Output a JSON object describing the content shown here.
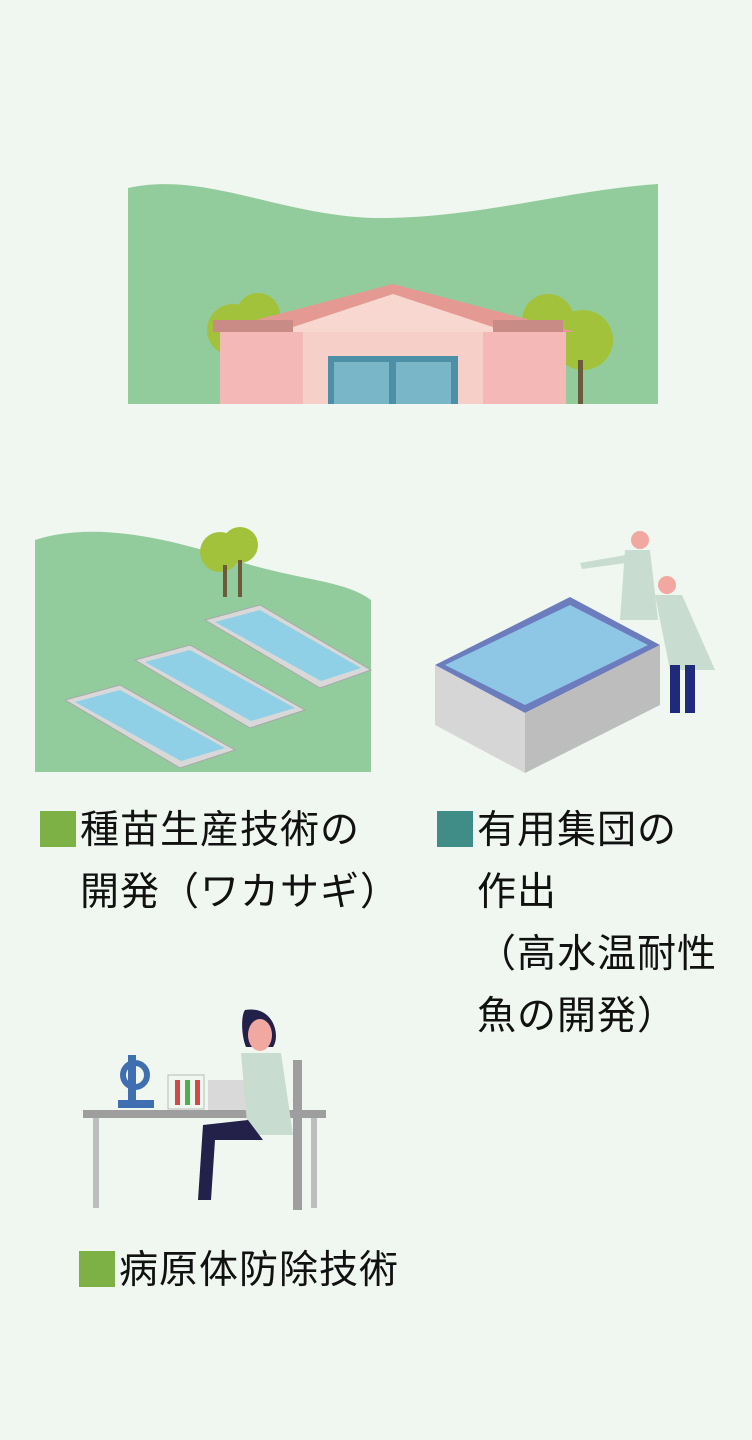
{
  "colors": {
    "background": "#f0f6f0",
    "hill": "#93cc9c",
    "marker_green": "#7db146",
    "marker_teal": "#3f8d86"
  },
  "facility": {
    "icon": "hatchery-building-icon"
  },
  "items": [
    {
      "marker": "green",
      "lines": [
        "種苗生産技術の",
        "開発（ワカサギ）"
      ]
    },
    {
      "marker": "teal",
      "lines": [
        "有用集団の",
        "作出",
        "（高水温耐性",
        "魚の開発）"
      ]
    },
    {
      "marker": "green",
      "lines": [
        "病原体防除技術"
      ]
    }
  ]
}
